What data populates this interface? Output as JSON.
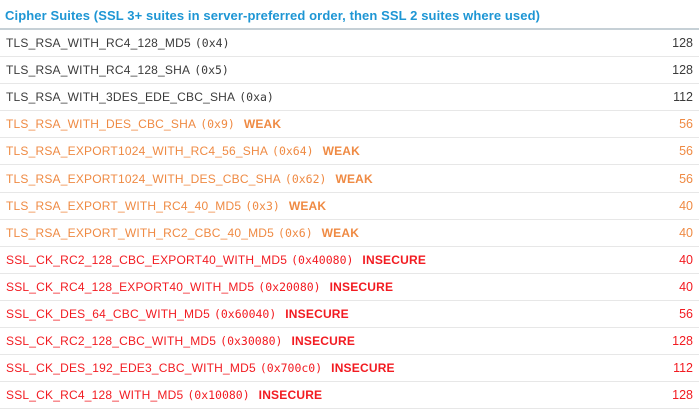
{
  "header": {
    "title": "Cipher Suites (SSL 3+ suites in server-preferred order, then SSL 2 suites where used)"
  },
  "colors": {
    "header-blue": "#1e96d4",
    "ok-text": "#3b3b3b",
    "weak-orange": "#ef8a43",
    "insecure-red": "#f21b21",
    "row-divider": "#e7e7e7",
    "header-divider": "#c6d0d6"
  },
  "table": {
    "rows": [
      {
        "name": "TLS_RSA_WITH_RC4_128_MD5",
        "code": "(0x4)",
        "status": "",
        "severity": "ok",
        "value": "128"
      },
      {
        "name": "TLS_RSA_WITH_RC4_128_SHA",
        "code": "(0x5)",
        "status": "",
        "severity": "ok",
        "value": "128"
      },
      {
        "name": "TLS_RSA_WITH_3DES_EDE_CBC_SHA",
        "code": "(0xa)",
        "status": "",
        "severity": "ok",
        "value": "112"
      },
      {
        "name": "TLS_RSA_WITH_DES_CBC_SHA",
        "code": "(0x9)",
        "status": "WEAK",
        "severity": "weak",
        "value": "56"
      },
      {
        "name": "TLS_RSA_EXPORT1024_WITH_RC4_56_SHA",
        "code": "(0x64)",
        "status": "WEAK",
        "severity": "weak",
        "value": "56"
      },
      {
        "name": "TLS_RSA_EXPORT1024_WITH_DES_CBC_SHA",
        "code": "(0x62)",
        "status": "WEAK",
        "severity": "weak",
        "value": "56"
      },
      {
        "name": "TLS_RSA_EXPORT_WITH_RC4_40_MD5",
        "code": "(0x3)",
        "status": "WEAK",
        "severity": "weak",
        "value": "40"
      },
      {
        "name": "TLS_RSA_EXPORT_WITH_RC2_CBC_40_MD5",
        "code": "(0x6)",
        "status": "WEAK",
        "severity": "weak",
        "value": "40"
      },
      {
        "name": "SSL_CK_RC2_128_CBC_EXPORT40_WITH_MD5",
        "code": "(0x40080)",
        "status": "INSECURE",
        "severity": "insecure",
        "value": "40"
      },
      {
        "name": "SSL_CK_RC4_128_EXPORT40_WITH_MD5",
        "code": "(0x20080)",
        "status": "INSECURE",
        "severity": "insecure",
        "value": "40"
      },
      {
        "name": "SSL_CK_DES_64_CBC_WITH_MD5",
        "code": "(0x60040)",
        "status": "INSECURE",
        "severity": "insecure",
        "value": "56"
      },
      {
        "name": "SSL_CK_RC2_128_CBC_WITH_MD5",
        "code": "(0x30080)",
        "status": "INSECURE",
        "severity": "insecure",
        "value": "128"
      },
      {
        "name": "SSL_CK_DES_192_EDE3_CBC_WITH_MD5",
        "code": "(0x700c0)",
        "status": "INSECURE",
        "severity": "insecure",
        "value": "112"
      },
      {
        "name": "SSL_CK_RC4_128_WITH_MD5",
        "code": "(0x10080)",
        "status": "INSECURE",
        "severity": "insecure",
        "value": "128"
      }
    ]
  }
}
